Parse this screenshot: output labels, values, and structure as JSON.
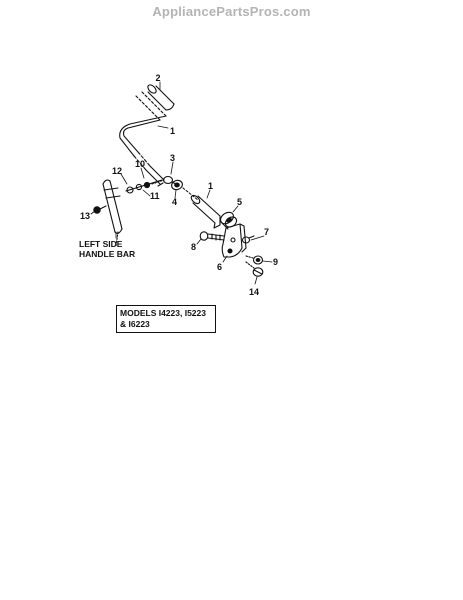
{
  "watermark": "AppliancePartsPros.com",
  "callouts": [
    {
      "id": "c2",
      "text": "2"
    },
    {
      "id": "c1a",
      "text": "1"
    },
    {
      "id": "c3",
      "text": "3"
    },
    {
      "id": "c10",
      "text": "10"
    },
    {
      "id": "c12",
      "text": "12"
    },
    {
      "id": "c11",
      "text": "11"
    },
    {
      "id": "c13",
      "text": "13"
    },
    {
      "id": "c4",
      "text": "4"
    },
    {
      "id": "c1b",
      "text": "1"
    },
    {
      "id": "c5",
      "text": "5"
    },
    {
      "id": "c7",
      "text": "7"
    },
    {
      "id": "c8",
      "text": "8"
    },
    {
      "id": "c6",
      "text": "6"
    },
    {
      "id": "c9",
      "text": "9"
    },
    {
      "id": "c14",
      "text": "14"
    }
  ],
  "handle_label": {
    "line1": "LEFT SIDE",
    "line2": "HANDLE BAR"
  },
  "models_box": {
    "line1": "MODELS I4223, I5223",
    "line2": "& I6223"
  },
  "colors": {
    "ink": "#111111",
    "watermark": "#b4b4b4",
    "background": "#ffffff"
  }
}
